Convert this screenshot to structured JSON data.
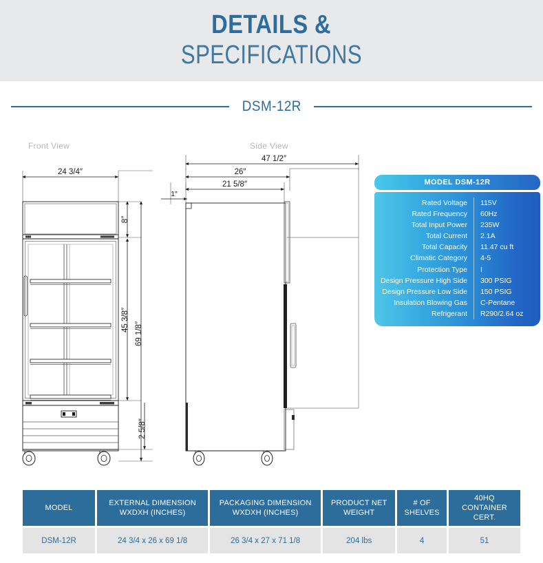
{
  "banner": {
    "line1": "DETAILS &",
    "line2": "SPECIFICATIONS"
  },
  "model_divider": {
    "title": "DSM-12R"
  },
  "drawings": {
    "front": {
      "label": "Front View",
      "dimensions": {
        "width": "24 3/4″",
        "canopy_height": "8″",
        "door_height": "45  3/8″",
        "overall_height": "69 1/8″",
        "base_height": "2 5/8″"
      }
    },
    "side": {
      "label": "Side View",
      "dimensions": {
        "door_open_depth": "47 1/2″",
        "total_depth": "26″",
        "cabinet_depth": "21 5/8″",
        "handle_offset": "1″"
      }
    }
  },
  "spec_card": {
    "header": "MODEL DSM-12R",
    "rows": [
      {
        "label": "Rated  Voltage",
        "value": "115V"
      },
      {
        "label": "Rated  Frequency",
        "value": "60Hz"
      },
      {
        "label": "Total Input Power",
        "value": "235W"
      },
      {
        "label": "Total Current",
        "value": "2.1A"
      },
      {
        "label": "Total Capacity",
        "value": "11.47 cu ft"
      },
      {
        "label": "Climatic Category",
        "value": "4-5"
      },
      {
        "label": "Protection Type",
        "value": "I"
      },
      {
        "label": "Design Pressure High Side",
        "value": "300 PSIG"
      },
      {
        "label": "Design Pressure Low Side",
        "value": "150 PSIG"
      },
      {
        "label": "Insulation Blowing Gas",
        "value": "C-Pentane"
      },
      {
        "label": "Refrigerant",
        "value": "R290/2.64 oz"
      }
    ]
  },
  "bottom_table": {
    "columns": [
      {
        "header": "MODEL",
        "value": "DSM-12R"
      },
      {
        "header": "EXTERNAL DIMENSION\nWXDXH (INCHES)",
        "header_l1": "EXTERNAL DIMENSION",
        "header_l2": "WXDXH (INCHES)",
        "value": "24 3/4 x 26 x 69 1/8"
      },
      {
        "header": "PACKAGING DIMENSION\nWXDXH (INCHES)",
        "header_l1": "PACKAGING DIMENSION",
        "header_l2": "WXDXH (INCHES)",
        "value": "26 3/4 x 27 x 71 1/8"
      },
      {
        "header": "PRODUCT NET\nWEIGHT",
        "header_l1": "PRODUCT NET",
        "header_l2": "WEIGHT",
        "value": "204 lbs"
      },
      {
        "header": "# OF\nSHELVES",
        "header_l1": "# OF",
        "header_l2": "SHELVES",
        "value": "4"
      },
      {
        "header": "40HQ\nCONTAINER CERT.",
        "header_l1": "40HQ",
        "header_l2": "CONTAINER CERT.",
        "value": "51"
      }
    ]
  },
  "colors": {
    "brand_blue": "#2b6d9e",
    "banner_bg": "#e8e9ea",
    "table_header": "#2c6d9c",
    "table_cell": "#e4e4e5",
    "view_label": "#b6b7b8",
    "spec_gradient_start": "#4fc6e8",
    "spec_gradient_end": "#1f5cbe"
  }
}
